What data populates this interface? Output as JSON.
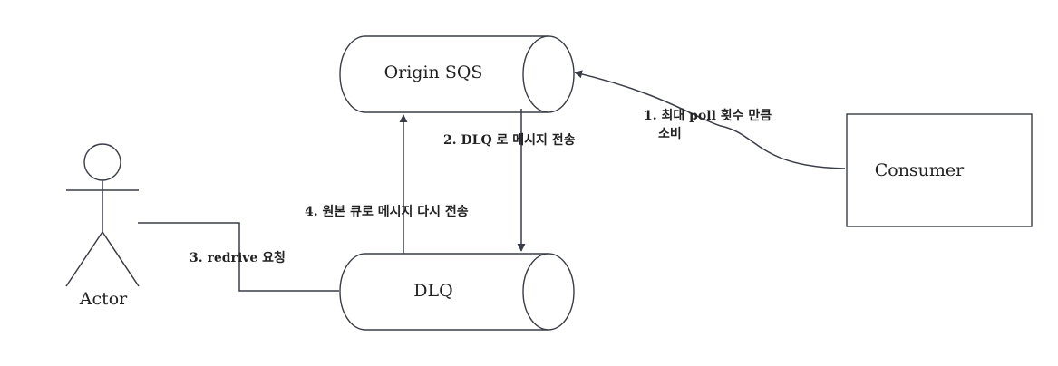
{
  "nodes": {
    "origin_sqs": "Origin SQS",
    "dlq": "DLQ",
    "consumer": "Consumer",
    "actor": "Actor"
  },
  "edges": {
    "consume": {
      "line1": "1. 최대 poll 횟수 만큼",
      "line2": "소비"
    },
    "to_dlq": "2. DLQ 로 메시지 전송",
    "redrive": "3. redrive 요청",
    "back_to_origin": "4. 원본 큐로 메시지 다시 전송"
  },
  "colors": {
    "stroke": "#3a3d47",
    "text": "#222222",
    "background": "#ffffff"
  }
}
